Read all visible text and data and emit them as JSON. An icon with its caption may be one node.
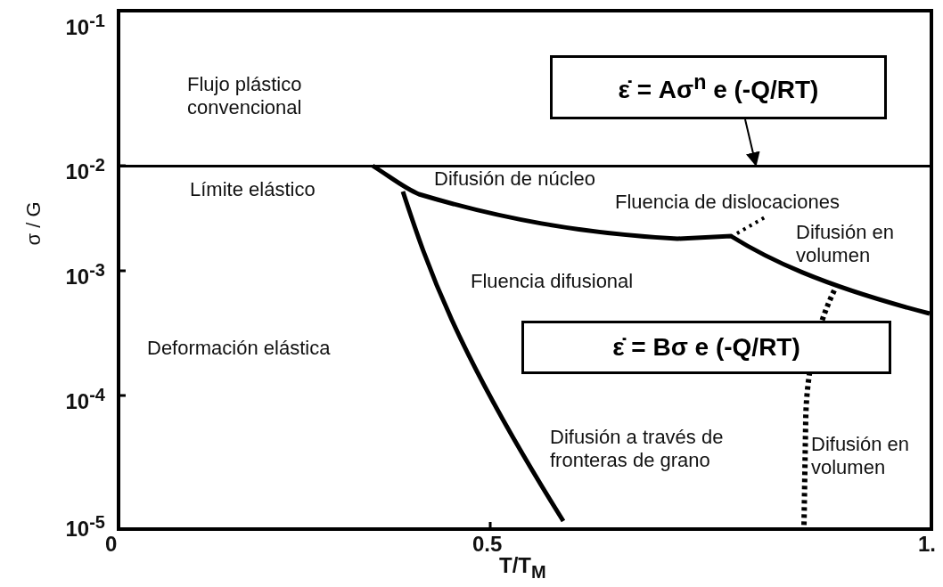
{
  "diagram": {
    "nodes": [
      {
        "text": [
          "ε̇ = Aσ$^{n}$ e (-Q/RT)"
        ]
      },
      {
        "text": [],
        "shape": "line"
      },
      {
        "text": [
          "ε̇ = Bσ e (-Q/RT)"
        ]
      }
    ],
    "edges": [
      {
        "from": 0,
        "to": 1,
        "arrow": "to"
      }
    ],
    "labels": [
      "10$^{-1}$",
      "Flujo plástico convencional",
      "10$^{-2}$",
      "Límite elástico",
      "Difusión de núcleo",
      "Fluencia de dislocaciones",
      "σ / G",
      "10$^{-3}$",
      "Difusión en volumen",
      "Fluencia difusional",
      "Deformación elástica",
      "10$^{-4}$",
      "Difusión a través de fronteras de grano",
      "Difusión en volumen",
      "10$^{-5}$",
      "0",
      "0.5",
      "1.",
      "T/T$_{M}$"
    ]
  }
}
